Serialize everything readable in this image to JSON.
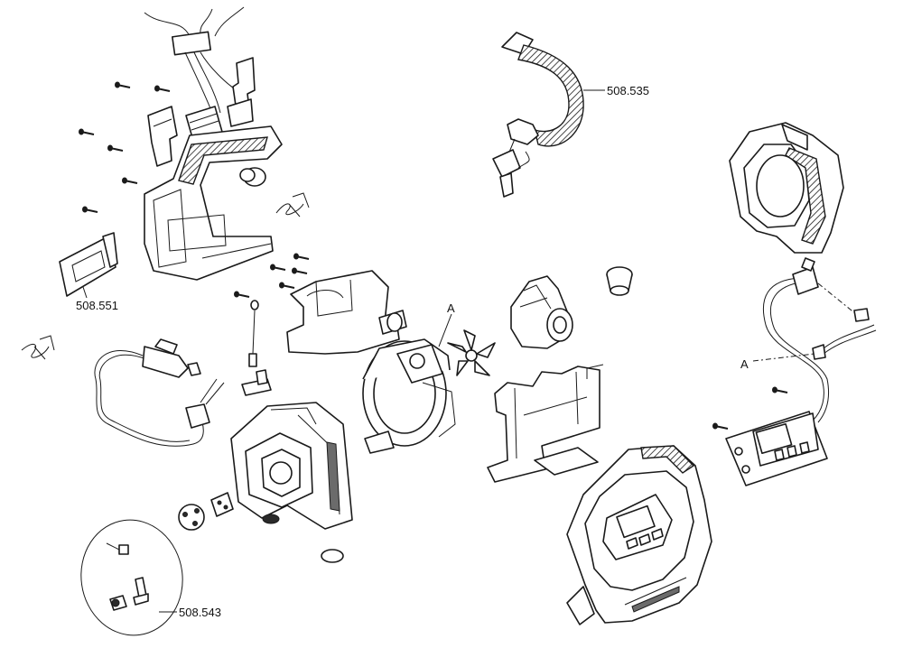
{
  "diagram": {
    "part_numbers": {
      "hose": "508.535",
      "cover": "508.551",
      "nozzle_kit": "508.543"
    },
    "connection_marker": "A"
  },
  "colors": {
    "line": "#1a1a1a",
    "background": "#ffffff",
    "shade": "#6b6b6b"
  }
}
